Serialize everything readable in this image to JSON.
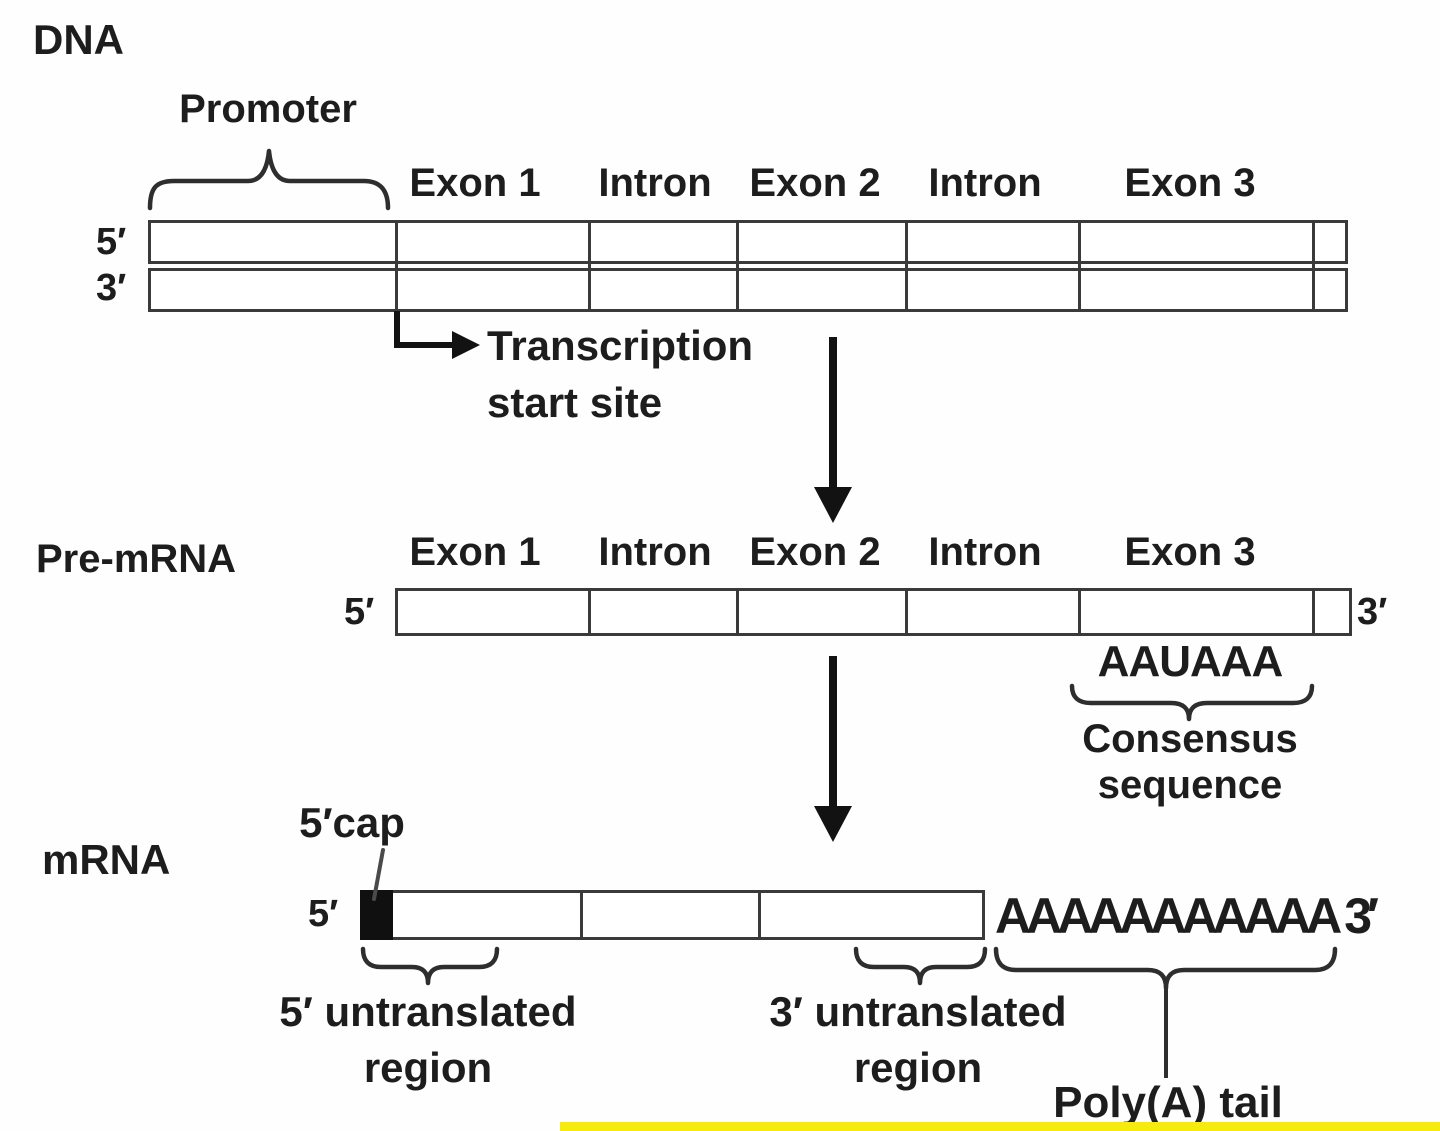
{
  "diagram": {
    "dna": {
      "label": "DNA",
      "promoter_label": "Promoter",
      "five_prime": "5′",
      "three_prime": "3′",
      "segments": [
        "Exon 1",
        "Intron",
        "Exon 2",
        "Intron",
        "Exon 3"
      ],
      "transcription_start": {
        "line1": "Transcription",
        "line2": "start site"
      }
    },
    "pre_mrna": {
      "label": "Pre-mRNA",
      "five_prime": "5′",
      "three_prime": "3′",
      "segments": [
        "Exon 1",
        "Intron",
        "Exon 2",
        "Intron",
        "Exon 3"
      ],
      "consensus": {
        "sequence": "AAUAAA",
        "line1": "Consensus",
        "line2": "sequence"
      }
    },
    "mrna": {
      "label": "mRNA",
      "five_prime": "5′",
      "cap_label": "5′cap",
      "poly_a_sequence": "AAAAAAAAAAA 3′",
      "utr5": {
        "line1": "5′ untranslated",
        "line2": "region"
      },
      "utr3": {
        "line1": "3′ untranslated",
        "line2": "region"
      },
      "polya_label": "Poly(A) tail"
    },
    "colors": {
      "ink": "#1d1d1d",
      "bar_border": "#3a3a3a",
      "cap_fill": "#101010",
      "highlight": "#f5eb0f"
    }
  }
}
